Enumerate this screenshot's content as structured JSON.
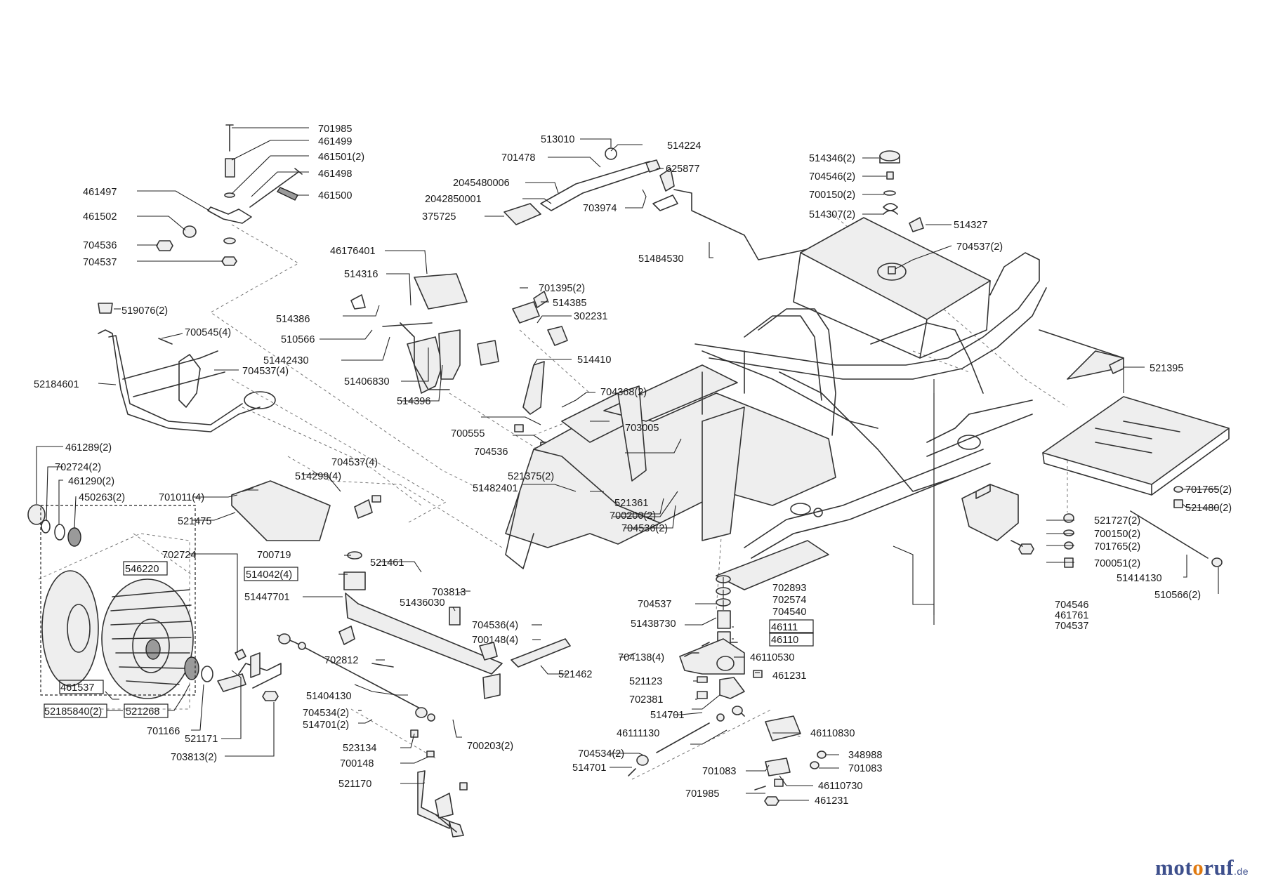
{
  "watermark": {
    "part1": "mot",
    "part2": "o",
    "part3": "ruf",
    "tld": ".de"
  },
  "labels": [
    "701985",
    "461499",
    "461501(2)",
    "461498",
    "461497",
    "461500",
    "461502",
    "704536",
    "704537",
    "513010",
    "514224",
    "701478",
    "625877",
    "2045480006",
    "2042850001",
    "703974",
    "375725",
    "514346(2)",
    "704546(2)",
    "700150(2)",
    "514307(2)",
    "514327",
    "704537(2)",
    "51484530",
    "46176401",
    "514316",
    "701395(2)",
    "514385",
    "514386",
    "302231",
    "510566",
    "51442430",
    "514410",
    "51406830",
    "514396",
    "519076(2)",
    "700545(4)",
    "704537(4)",
    "52184601",
    "704368(2)",
    "703005",
    "521395",
    "700555",
    "704536",
    "521375(2)",
    "51482401",
    "521361",
    "700200(2)",
    "704536(2)",
    "461289(2)",
    "702724(2)",
    "461290(2)",
    "450263(2)",
    "704537(4)",
    "514299(4)",
    "701011(4)",
    "521475",
    "701765(2)",
    "521480(2)",
    "521727(2)",
    "700150(2)",
    "701765(2)",
    "700051(2)",
    "51414130",
    "510566(2)",
    "702724",
    "546220",
    "700719",
    "521461",
    "514042(4)",
    "51447701",
    "703813",
    "51436030",
    "702893",
    "702574",
    "704540",
    "704537",
    "46111",
    "51438730",
    "46110",
    "704536(4)",
    "700148(4)",
    "704546",
    "461761",
    "704537",
    "521462",
    "702812",
    "704138(4)",
    "46110530",
    "461231",
    "521123",
    "702381",
    "461537",
    "51404130",
    "514701",
    "704534(2)",
    "514701(2)",
    "46111130",
    "46110830",
    "348988",
    "701083",
    "52185840(2)",
    "521268",
    "701166",
    "521171",
    "700203(2)",
    "523134",
    "700148",
    "703813(2)",
    "704534(2)",
    "514701",
    "521170",
    "701083",
    "46110730",
    "701985",
    "461231"
  ]
}
